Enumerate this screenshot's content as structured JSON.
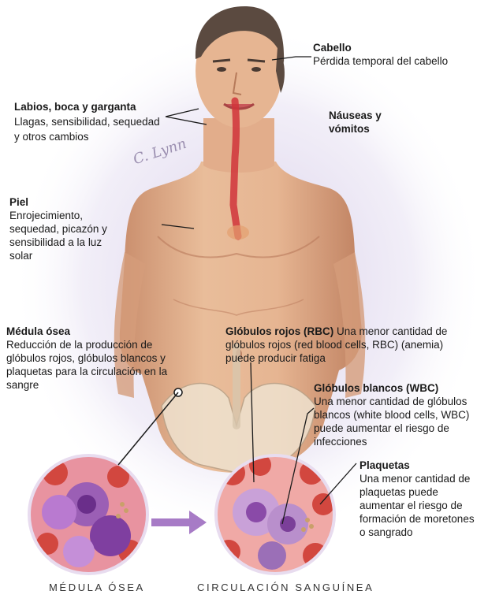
{
  "labels": {
    "hair": {
      "title": "Cabello",
      "desc": "Pérdida temporal del cabello"
    },
    "mouth": {
      "title": "Labios, boca y garganta",
      "desc": "Llagas, sensibilidad, sequedad y otros cambios"
    },
    "nausea": {
      "title": "Náuseas y vómitos"
    },
    "skin": {
      "title": "Piel",
      "desc": "Enrojecimiento, sequedad, picazón y sensibilidad a la luz solar"
    },
    "marrow": {
      "title": "Médula ósea",
      "desc": "Reducción de la producción de glóbulos rojos, glóbulos blancos y plaquetas para la circulación en la sangre"
    },
    "rbc": {
      "title": "Glóbulos rojos (RBC)",
      "desc": "Una menor cantidad de glóbulos rojos (red blood cells, RBC) (anemia) puede producir fatiga"
    },
    "wbc": {
      "title": "Glóbulos blancos (WBC)",
      "desc": "Una menor cantidad de glóbulos blancos (white blood cells, WBC) puede aumentar el riesgo de infecciones"
    },
    "platelets": {
      "title": "Plaquetas",
      "desc": "Una menor cantidad de plaquetas puede aumentar el riesgo de formación de moretones o sangrado"
    }
  },
  "captions": {
    "marrow": "MÉDULA ÓSEA",
    "blood": "CIRCULACIÓN SANGUÍNEA"
  },
  "signature": "C. Lynn",
  "colors": {
    "skin": "#e6b592",
    "skin_shadow": "#c98d6c",
    "hair": "#5b4a40",
    "glow": "#b9a6d8",
    "throat": "#d0343a",
    "rbc": "#d2473f",
    "cell": "#9b5fb5",
    "arrow": "#a77bc6",
    "leader": "#1a1a1a"
  }
}
